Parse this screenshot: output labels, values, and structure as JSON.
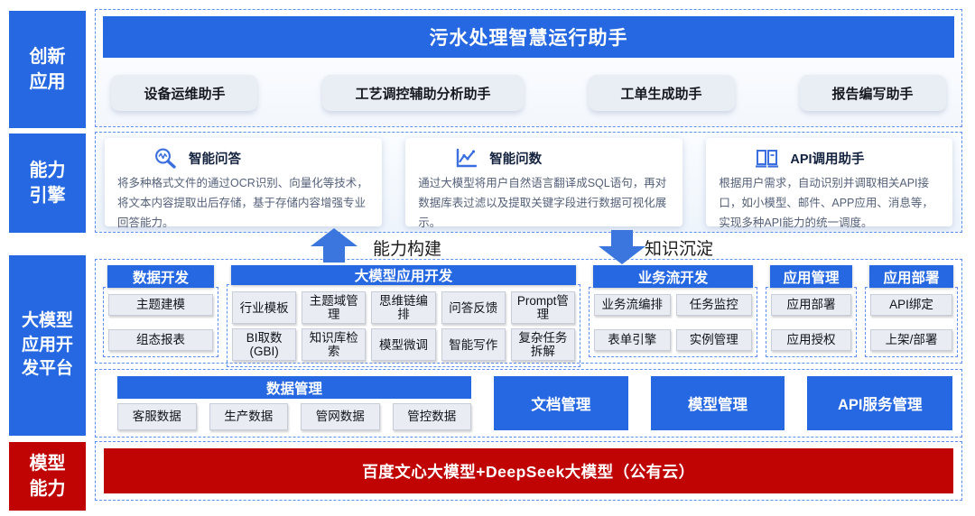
{
  "colors": {
    "primary": "#2667e2",
    "model_red": "#c00303",
    "dashed_border": "#5b8ff2",
    "chip_bg": "#e9ecf3"
  },
  "sidebar": {
    "items": [
      {
        "id": "innovation",
        "label": "创新\n应用"
      },
      {
        "id": "capability",
        "label": "能力\n引擎"
      },
      {
        "id": "platform",
        "label": "大模型\n应用开\n发平台"
      },
      {
        "id": "model",
        "label": "模型\n能力"
      }
    ]
  },
  "header": {
    "title": "污水处理智慧运行助手"
  },
  "assistants": [
    "设备运维助手",
    "工艺调控辅助分析助手",
    "工单生成助手",
    "报告编写助手"
  ],
  "engine": {
    "cards": [
      {
        "icon": "magnifier-wave-icon",
        "title": "智能问答",
        "desc": "将多种格式文件的通过OCR识别、向量化等技术，将文本内容提取出后存储，基于存储内容增强专业回答能力。"
      },
      {
        "icon": "line-chart-icon",
        "title": "智能问数",
        "desc": "通过大模型将用户自然语言翻译成SQL语句，再对数据库表过滤以及提取关键字段进行数据可视化展示。"
      },
      {
        "icon": "open-book-icon",
        "title": "API调用助手",
        "desc": "根据用户需求，自动识别并调取相关API接口，如小模型、邮件、APP应用、消息等，实现多种API能力的统一调度。"
      }
    ]
  },
  "flow_labels": {
    "build": "能力构建",
    "deposit": "知识沉淀"
  },
  "platform": {
    "groups": [
      {
        "title": "数据开发",
        "rows": [
          [
            "主题建模"
          ],
          [
            "组态报表"
          ]
        ]
      },
      {
        "title": "大模型应用开发",
        "rows": [
          [
            "行业模板",
            "主题域管理",
            "思维链编排",
            "问答反馈",
            "Prompt管理"
          ],
          [
            "BI取数\n(GBI)",
            "知识库检索",
            "模型微调",
            "智能写作",
            "复杂任务拆解"
          ]
        ]
      },
      {
        "title": "业务流开发",
        "rows": [
          [
            "业务流编排",
            "任务监控"
          ],
          [
            "表单引擎",
            "实例管理"
          ]
        ]
      },
      {
        "title": "应用管理",
        "rows": [
          [
            "应用部署"
          ],
          [
            "应用授权"
          ]
        ]
      },
      {
        "title": "应用部署",
        "rows": [
          [
            "API绑定"
          ],
          [
            "上架/部署"
          ]
        ]
      }
    ],
    "data_mgmt": {
      "title": "数据管理",
      "items": [
        "客服数据",
        "生产数据",
        "管网数据",
        "管控数据"
      ]
    },
    "big_buttons": [
      "文档管理",
      "模型管理",
      "API服务管理"
    ]
  },
  "model_bar": {
    "label": "百度文心大模型+DeepSeek大模型（公有云）"
  }
}
